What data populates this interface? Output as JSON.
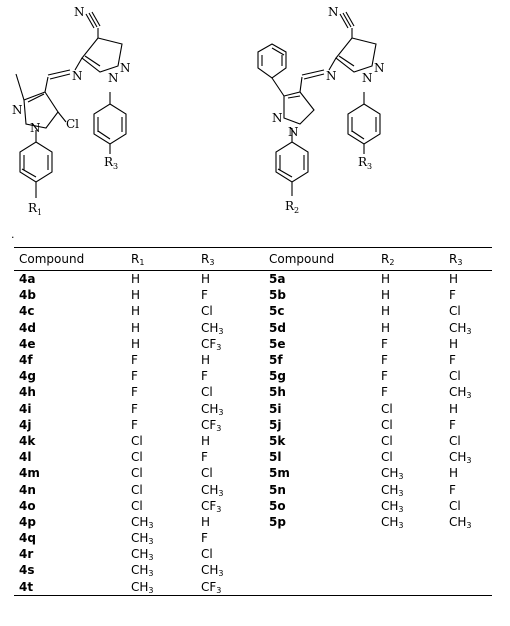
{
  "figure": {
    "left": {
      "labels": {
        "cn": "N",
        "azo_n": "N",
        "pz_n1": "N",
        "pz_n2": "N",
        "cl": "Cl",
        "n_a": "N",
        "n_b": "N",
        "r1": "R",
        "r1_sub": "1",
        "r3": "R",
        "r3_sub": "3"
      }
    },
    "right": {
      "labels": {
        "cn": "N",
        "azo_n": "N",
        "pz_n1": "N",
        "pz_n2": "N",
        "n_a": "N",
        "n_b": "N",
        "r2": "R",
        "r2_sub": "2",
        "r3": "R",
        "r3_sub": "3"
      }
    }
  },
  "dot": ".",
  "table": {
    "headers": {
      "compound_left": "Compound",
      "r1": "R",
      "r1_sub": "1",
      "r3a": "R",
      "r3a_sub": "3",
      "compound_right": "Compound",
      "r2": "R",
      "r2_sub": "2",
      "r3b": "R",
      "r3b_sub": "3"
    },
    "rows": [
      {
        "c1": "4a",
        "r1": "H",
        "r3": "H",
        "c2": "5a",
        "r2": "H",
        "r3b": "H"
      },
      {
        "c1": "4b",
        "r1": "H",
        "r3": "F",
        "c2": "5b",
        "r2": "H",
        "r3b": "F"
      },
      {
        "c1": "4c",
        "r1": "H",
        "r3": "Cl",
        "c2": "5c",
        "r2": "H",
        "r3b": "Cl"
      },
      {
        "c1": "4d",
        "r1": "H",
        "r3": "CH3",
        "c2": "5d",
        "r2": "H",
        "r3b": "CH3"
      },
      {
        "c1": "4e",
        "r1": "H",
        "r3": "CF3",
        "c2": "5e",
        "r2": "F",
        "r3b": "H"
      },
      {
        "c1": "4f",
        "r1": "F",
        "r3": "H",
        "c2": "5f",
        "r2": "F",
        "r3b": "F"
      },
      {
        "c1": "4g",
        "r1": "F",
        "r3": "F",
        "c2": "5g",
        "r2": "F",
        "r3b": "Cl"
      },
      {
        "c1": "4h",
        "r1": "F",
        "r3": "Cl",
        "c2": "5h",
        "r2": "F",
        "r3b": "CH3"
      },
      {
        "c1": "4i",
        "r1": "F",
        "r3": "CH3",
        "c2": "5i",
        "r2": "Cl",
        "r3b": "H"
      },
      {
        "c1": "4j",
        "r1": "F",
        "r3": "CF3",
        "c2": "5j",
        "r2": "Cl",
        "r3b": "F"
      },
      {
        "c1": "4k",
        "r1": "Cl",
        "r3": "H",
        "c2": "5k",
        "r2": "Cl",
        "r3b": "Cl"
      },
      {
        "c1": "4l",
        "r1": "Cl",
        "r3": "F",
        "c2": "5l",
        "r2": "Cl",
        "r3b": "CH3"
      },
      {
        "c1": "4m",
        "r1": "Cl",
        "r3": "Cl",
        "c2": "5m",
        "r2": "CH3",
        "r3b": "H"
      },
      {
        "c1": "4n",
        "r1": "Cl",
        "r3": "CH3",
        "c2": "5n",
        "r2": "CH3",
        "r3b": "F"
      },
      {
        "c1": "4o",
        "r1": "Cl",
        "r3": "CF3",
        "c2": "5o",
        "r2": "CH3",
        "r3b": "Cl"
      },
      {
        "c1": "4p",
        "r1": "CH3",
        "r3": "H",
        "c2": "5p",
        "r2": "CH3",
        "r3b": "CH3"
      },
      {
        "c1": "4q",
        "r1": "CH3",
        "r3": "F",
        "c2": "",
        "r2": "",
        "r3b": ""
      },
      {
        "c1": "4r",
        "r1": "CH3",
        "r3": "Cl",
        "c2": "",
        "r2": "",
        "r3b": ""
      },
      {
        "c1": "4s",
        "r1": "CH3",
        "r3": "CH3",
        "c2": "",
        "r2": "",
        "r3b": ""
      },
      {
        "c1": "4t",
        "r1": "CH3",
        "r3": "CF3",
        "c2": "",
        "r2": "",
        "r3b": ""
      }
    ]
  }
}
